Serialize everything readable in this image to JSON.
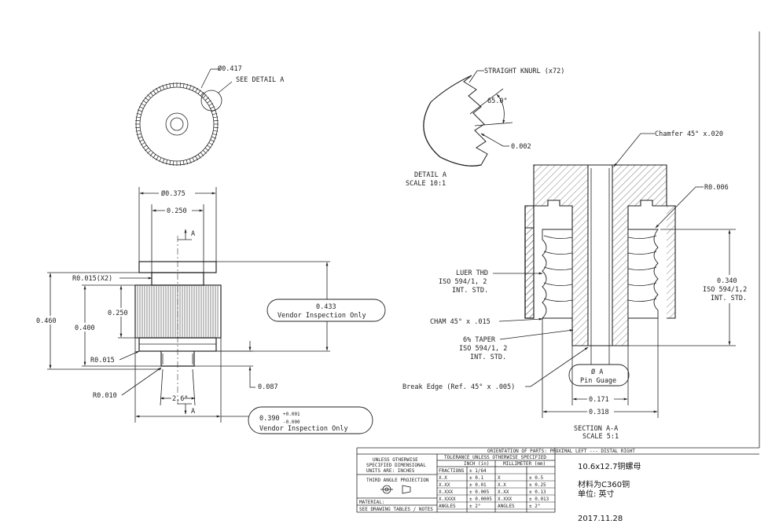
{
  "top_view": {
    "dia_label": "Ø0.417",
    "detail_ref": "SEE DETAIL  A"
  },
  "detail_a": {
    "knurl_label": "STRAIGHT KNURL (x72)",
    "angle_label": "65.0°",
    "depth_label": "0.002",
    "title": "DETAIL  A",
    "scale": "SCALE  10:1"
  },
  "front_view": {
    "dia_0375": "Ø0.375",
    "dim_0250_top": "0.250",
    "section_marker": "A",
    "r0015_x2": "R0.015(X2)",
    "dim_0460": "0.460",
    "dim_0400": "0.400",
    "dim_0250_side": "0.250",
    "r0015": "R0.015",
    "r0010": "R0.010",
    "angle_26": "2.6°",
    "dim_0087": "0.087",
    "dim_0433": "0.433",
    "vendor_note_1": "Vendor Inspection Only",
    "dim_0390_base": "0.390",
    "dim_0390_plus": "+0.001",
    "dim_0390_minus": "-0.000",
    "vendor_note_2": "Vendor Inspection Only"
  },
  "section_view": {
    "chamfer_label": "Chamfer 45° x.020",
    "r0006": "R0.006",
    "luer_l1": "LUER THD",
    "luer_l2": "ISO 594/1, 2",
    "luer_l3": "INT. STD.",
    "dim_0340": "0.340",
    "iso_r1": "ISO 594/1,2",
    "iso_r2": "INT. STD.",
    "cham_label": "CHAM 45° x .015",
    "taper_l1": "6% TAPER",
    "taper_l2": "ISO 594/1, 2",
    "taper_l3": "INT. STD.",
    "pin_dia": "Ø A",
    "pin_gauge": "Pin Guage",
    "break_edge": "Break Edge (Ref. 45° x .005)",
    "dim_0171": "0.171",
    "dim_0318": "0.318",
    "title": "SECTION  A-A",
    "scale": "SCALE  5:1"
  },
  "title_block": {
    "orientation": "ORIENTATION OF PARTS:  PROXIMAL LEFT --- DISTAL RIGHT",
    "unless_1": "UNLESS OTHERWISE",
    "unless_2": "SPECIFIED DIMENSIONAL",
    "unless_3": "UNITS ARE:   INCHES",
    "third_angle": "THIRD ANGLE PROJECTION",
    "material": "MATERIAL:",
    "see_tables": "SEE DRAWING TABLES / NOTES",
    "tolerance_header": "TOLERANCE UNLESS OTHERWISE SPECIFIED",
    "inch_header": "INCH (in)",
    "mm_header": "MILLIMETER (mm)",
    "rows": [
      [
        "FRACTIONS",
        "± 1/64",
        "",
        ""
      ],
      [
        "X.X",
        "± 0.1",
        "X",
        "± 0.5"
      ],
      [
        "X.XX",
        "± 0.01",
        "X.X",
        "± 0.25"
      ],
      [
        "X.XXX",
        "± 0.005",
        "X.XX",
        "± 0.13"
      ],
      [
        "X.XXXX",
        "± 0.0005",
        "X.XXX",
        "± 0.013"
      ],
      [
        "ANGLES",
        "± 2°",
        "ANGLES",
        "± 2°"
      ]
    ],
    "part_name": "10.6x12.7铜螺母",
    "material_note": "材料为C360铜",
    "unit_note": "单位: 英寸",
    "date": "2017.11.28"
  }
}
